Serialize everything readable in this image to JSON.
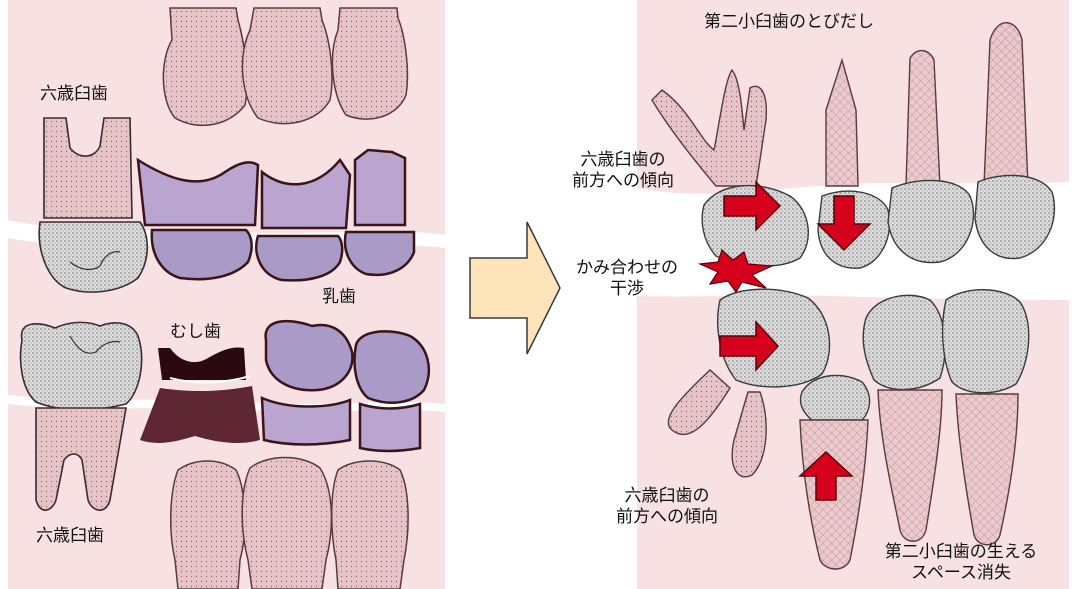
{
  "colors": {
    "panel_background": "#f7e1e2",
    "gum_line": "#ffffff",
    "tooth_pink": "#e8c4c6",
    "enamel_gray": "#d8d8d8",
    "baby_tooth_purple": "#a99ac8",
    "decay_dark": "#3a1419",
    "arrow_red": "#d6001c",
    "big_arrow_fill": "#fde4ba"
  },
  "left": {
    "label_upper_molar": "六歳臼歯",
    "label_primary_teeth": "乳歯",
    "label_cavity": "むし歯",
    "label_lower_molar": "六歳臼歯"
  },
  "right": {
    "label_title": "第二小臼歯のとびだし",
    "label_upper_tilt_line1": "六歳臼歯の",
    "label_upper_tilt_line2": "前方への傾向",
    "label_interference_line1": "かみ合わせの",
    "label_interference_line2": "干渉",
    "label_lower_tilt_line1": "六歳臼歯の",
    "label_lower_tilt_line2": "前方への傾向",
    "label_space_loss_line1": "第二小臼歯の生える",
    "label_space_loss_line2": "スペース消失"
  },
  "icons": {
    "transition_arrow": "right-arrow-icon",
    "collision": "burst-icon",
    "movement_arrows": "red-arrow-icon"
  }
}
